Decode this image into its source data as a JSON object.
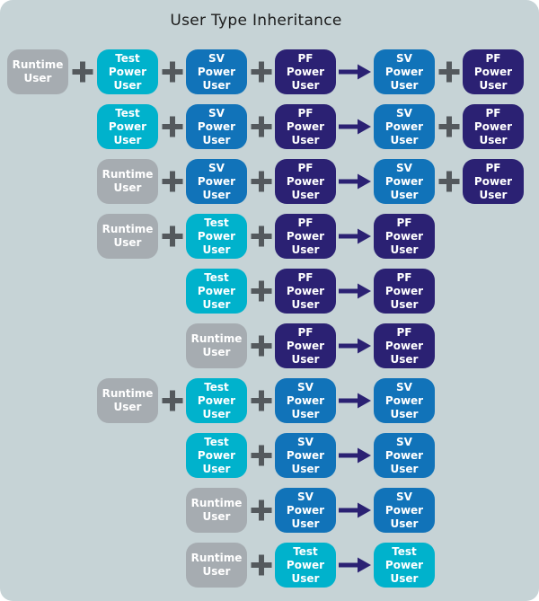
{
  "title": "User Type Inheritance",
  "colors": {
    "background": "#c6d3d6",
    "page": "#ffffff",
    "title_text": "#1b1b1b",
    "box_text": "#ffffff",
    "plus": "#54595d",
    "arrow": "#2b2173"
  },
  "types": {
    "runtime": {
      "label": "Runtime User",
      "lines": [
        "Runtime",
        "User"
      ],
      "color": "#a6acb1"
    },
    "test": {
      "label": "Test Power User",
      "lines": [
        "Test",
        "Power",
        "User"
      ],
      "color": "#00b2cc"
    },
    "sv": {
      "label": "SV Power User",
      "lines": [
        "SV",
        "Power",
        "User"
      ],
      "color": "#1173b9"
    },
    "pf": {
      "label": "PF Power User",
      "lines": [
        "PF",
        "Power",
        "User"
      ],
      "color": "#2b2173"
    }
  },
  "operators": {
    "plus": "+",
    "arrow": "→"
  },
  "rows": [
    {
      "slots": [
        "runtime",
        "test",
        "sv",
        "pf",
        "sv",
        "pf"
      ]
    },
    {
      "slots": [
        null,
        "test",
        "sv",
        "pf",
        "sv",
        "pf"
      ]
    },
    {
      "slots": [
        null,
        "runtime",
        "sv",
        "pf",
        "sv",
        "pf"
      ]
    },
    {
      "slots": [
        null,
        "runtime",
        "test",
        "pf",
        "pf",
        null
      ]
    },
    {
      "slots": [
        null,
        null,
        "test",
        "pf",
        "pf",
        null
      ]
    },
    {
      "slots": [
        null,
        null,
        "runtime",
        "pf",
        "pf",
        null
      ]
    },
    {
      "slots": [
        null,
        "runtime",
        "test",
        "sv",
        "sv",
        null
      ]
    },
    {
      "slots": [
        null,
        null,
        "test",
        "sv",
        "sv",
        null
      ]
    },
    {
      "slots": [
        null,
        null,
        "runtime",
        "sv",
        "sv",
        null
      ]
    },
    {
      "slots": [
        null,
        null,
        "runtime",
        "test",
        "test",
        null
      ]
    }
  ]
}
